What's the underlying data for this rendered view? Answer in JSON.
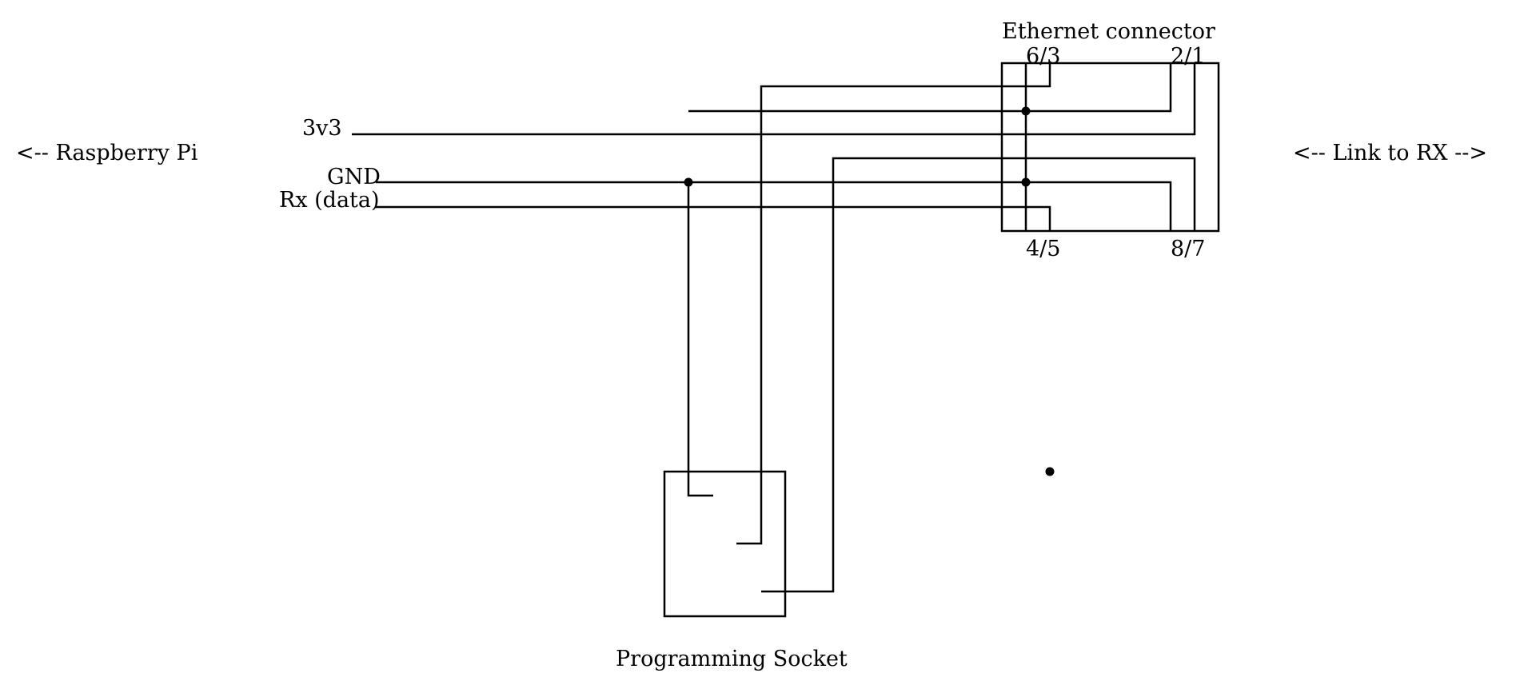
{
  "labels": {
    "raspberry_pi": "<-- Raspberry Pi",
    "link_to_rx": "<-- Link to RX -->",
    "ethernet_connector": "Ethernet connector",
    "pin_6_3": "6/3",
    "pin_2_1": "2/1",
    "pin_4_5": "4/5",
    "pin_8_7": "8/7",
    "v3v3": "3v3",
    "gnd": "GND",
    "rx_data": "Rx (data)",
    "programming_socket": "Programming Socket"
  },
  "colors": {
    "line": "#000000",
    "background": "#ffffff"
  }
}
